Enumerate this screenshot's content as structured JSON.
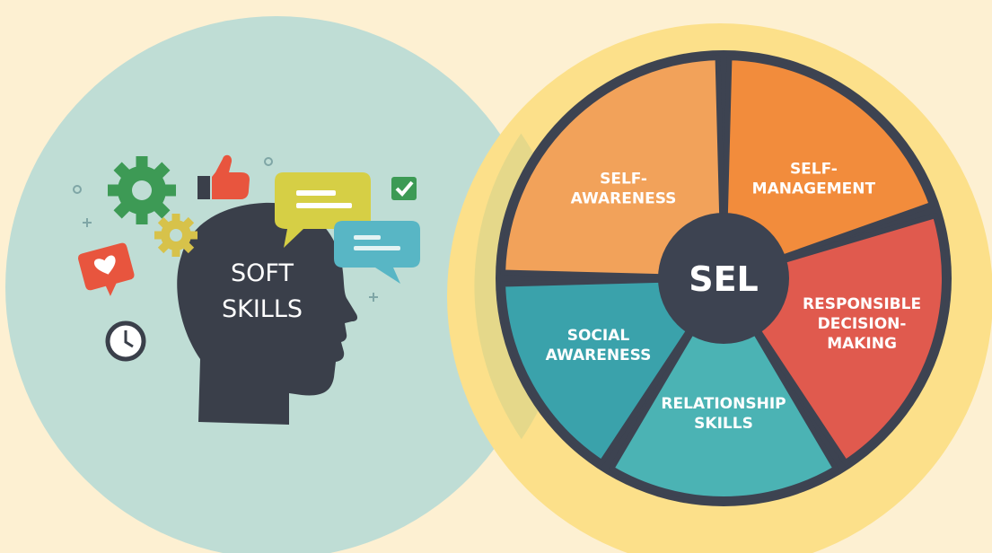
{
  "soft_skills": {
    "label_line1": "SOFT",
    "label_line2": "SKILLS",
    "icons": [
      "gear-icon",
      "thumbs-up-icon",
      "speech-bubble-icon",
      "chat-bubble-icon",
      "check-icon",
      "heart-icon",
      "clock-icon",
      "plus-icon",
      "dot-icon"
    ]
  },
  "sel_wheel": {
    "center_label": "SEL",
    "segments": [
      {
        "id": "self-awareness",
        "lines": [
          "SELF-",
          "AWARENESS"
        ],
        "color": "#f2a25a"
      },
      {
        "id": "self-management",
        "lines": [
          "SELF-",
          "MANAGEMENT"
        ],
        "color": "#f28c3c"
      },
      {
        "id": "responsible-decision-making",
        "lines": [
          "RESPONSIBLE",
          "DECISION-",
          "MAKING"
        ],
        "color": "#e05a4e"
      },
      {
        "id": "relationship-skills",
        "lines": [
          "RELATIONSHIP",
          "SKILLS"
        ],
        "color": "#4bb3b4"
      },
      {
        "id": "social-awareness",
        "lines": [
          "SOCIAL",
          "AWARENESS"
        ],
        "color": "#3aa2ab"
      }
    ]
  },
  "colors": {
    "background": "#fdf0d2",
    "left_circle": "#bfddd5",
    "right_circle": "#fce08a",
    "overlap": "#e5d88a",
    "head": "#3a3f4a",
    "hub": "#3d4351"
  }
}
